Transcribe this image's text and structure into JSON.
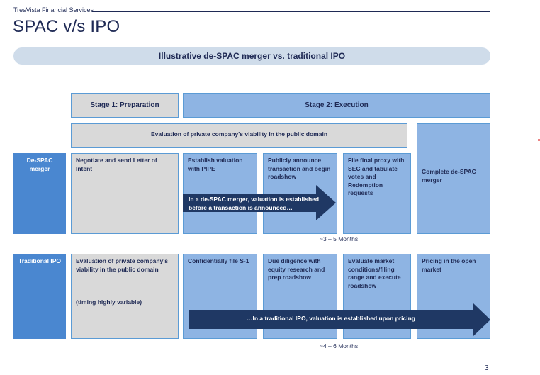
{
  "header": {
    "company": "TresVista Financial Services",
    "title": "SPAC v/s IPO",
    "banner": "Illustrative de-SPAC merger vs. traditional IPO"
  },
  "stages": {
    "stage1": "Stage 1: Preparation",
    "stage2": "Stage 2: Execution"
  },
  "evaluation_bar": "Evaluation of private company's viability in the public domain",
  "despac": {
    "label": "De-SPAC merger",
    "step1": "Negotiate and send Letter of Intent",
    "step2": "Establish valuation with PIPE",
    "step3": "Publicly announce transaction and begin roadshow",
    "step4": "File final proxy with SEC and tabulate votes and Redemption requests",
    "step5": "Complete de-SPAC merger",
    "arrow_text": "In a de-SPAC merger, valuation is established before a transaction is announced…",
    "timeline": "~3 – 5 Months"
  },
  "ipo": {
    "label": "Traditional IPO",
    "step1": "Evaluation of private company's viability in the public domain",
    "step1_note": "(timing highly variable)",
    "step2": "Confidentially file S-1",
    "step3": "Due diligence with equity research and prep roadshow",
    "step4": "Evaluate market conditions/filing range and execute roadshow",
    "step5": "Pricing in the open market",
    "arrow_text": "…In a traditional IPO, valuation is established upon pricing",
    "timeline": "~4 – 6 Months"
  },
  "page_number": "3",
  "colors": {
    "navy": "#1f2a55",
    "gray_box": "#d9d9d9",
    "light_blue_box": "#8eb4e3",
    "label_blue": "#4a87d0",
    "arrow_navy": "#1f3864"
  }
}
